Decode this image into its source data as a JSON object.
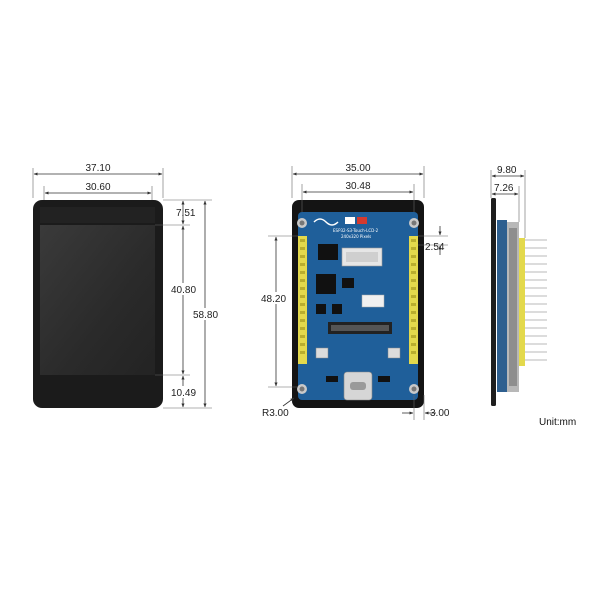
{
  "front_view": {
    "width_outer": "37.10",
    "width_inner": "30.60",
    "top_margin": "7.51",
    "screen_height": "40.80",
    "total_height": "58.80",
    "bottom_margin": "10.49"
  },
  "board_view": {
    "width_outer": "35.00",
    "width_inner": "30.48",
    "header_offset": "2.54",
    "header_length": "48.20",
    "corner_radius": "R3.00",
    "edge_offset": "3.00",
    "silkscreen": {
      "model": "ESP32-S3-Touch-LCD-2",
      "resolution": "240x320 Pixels"
    }
  },
  "side_view": {
    "thickness_total": "9.80",
    "thickness_body": "7.26"
  },
  "unit_label": "Unit:mm",
  "colors": {
    "pcb": "#1f5f9a",
    "pin_header": "#e3d94c",
    "bezel": "#1b1b1b",
    "screen": "#2d2d2d"
  }
}
